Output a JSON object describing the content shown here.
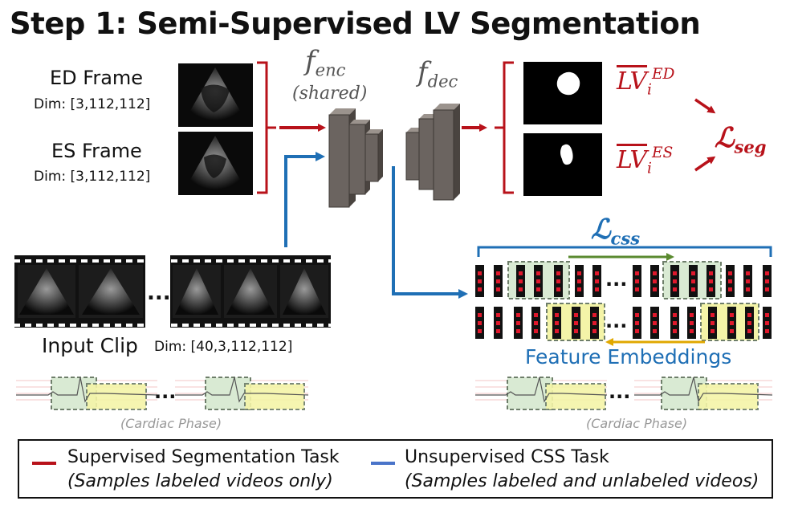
{
  "title": "Step 1: Semi-Supervised LV Segmentation",
  "ed_frame": {
    "label": "ED Frame",
    "dim": "Dim: [3,112,112]"
  },
  "es_frame": {
    "label": "ES Frame",
    "dim": "Dim: [3,112,112]"
  },
  "encoder": {
    "symbol": "f",
    "subscript": "enc",
    "note": "(shared)"
  },
  "decoder": {
    "symbol": "f",
    "subscript": "dec"
  },
  "outputs": {
    "ed": {
      "symbol": "LV",
      "sub": "i",
      "sup": "ED"
    },
    "es": {
      "symbol": "LV",
      "sub": "i",
      "sup": "ES"
    }
  },
  "loss_seg": {
    "symbol": "ℒ",
    "subscript": "seg"
  },
  "loss_css": {
    "symbol": "ℒ",
    "subscript": "css"
  },
  "input_clip": {
    "label": "Input Clip",
    "dim": "Dim: [40,3,112,112]",
    "ellipsis": "..."
  },
  "feature_embeddings": "Feature Embeddings",
  "cardiac_phase_left": "(Cardiac Phase)",
  "cardiac_phase_right": "(Cardiac Phase)",
  "legend": {
    "supervised_title": "Supervised Segmentation Task",
    "supervised_note": "(Samples labeled videos only)",
    "unsupervised_title": "Unsupervised CSS Task",
    "unsupervised_note": "(Samples labeled and unlabeled videos)"
  },
  "colors": {
    "supervised": "#b8121a",
    "unsupervised": "#1f6fb5",
    "green_arrow": "#5a8a2f",
    "yellow_arrow": "#e0a800"
  }
}
